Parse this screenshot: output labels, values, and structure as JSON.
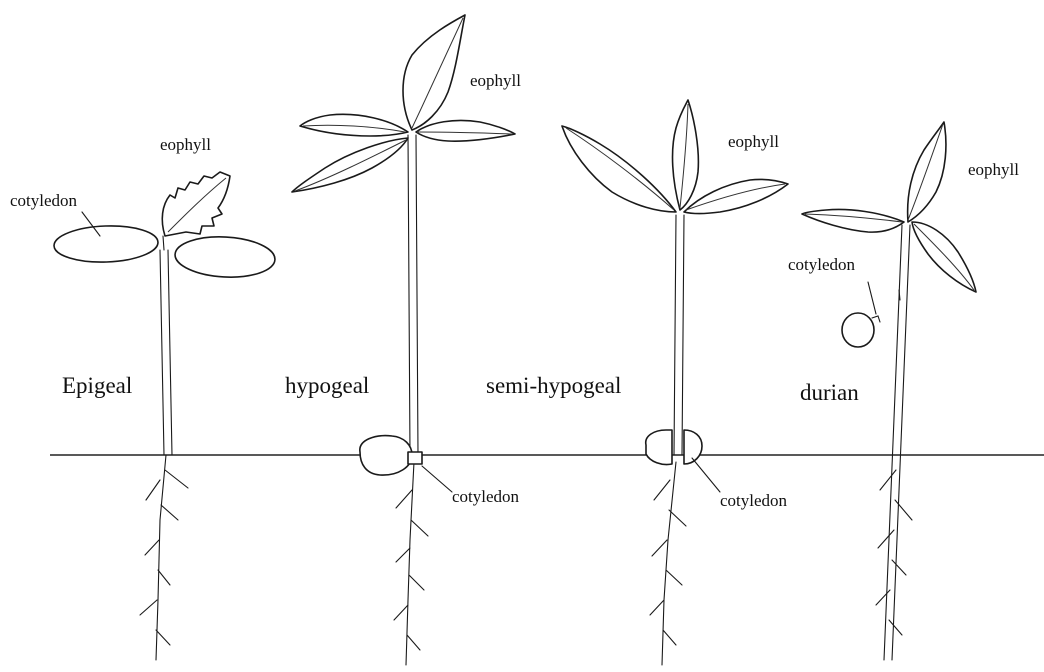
{
  "labels": {
    "epigeal": {
      "type_label": "Epigeal",
      "eophyll_label": "eophyll",
      "cotyledon_label": "cotyledon"
    },
    "hypogeal": {
      "type_label": "hypogeal",
      "eophyll_label": "eophyll",
      "cotyledon_label": "cotyledon"
    },
    "semi_hypogeal": {
      "type_label": "semi-hypogeal",
      "eophyll_label": "eophyll",
      "cotyledon_label": "cotyledon"
    },
    "durian": {
      "type_label": "durian",
      "eophyll_label": "eophyll",
      "cotyledon_label": "cotyledon"
    }
  }
}
